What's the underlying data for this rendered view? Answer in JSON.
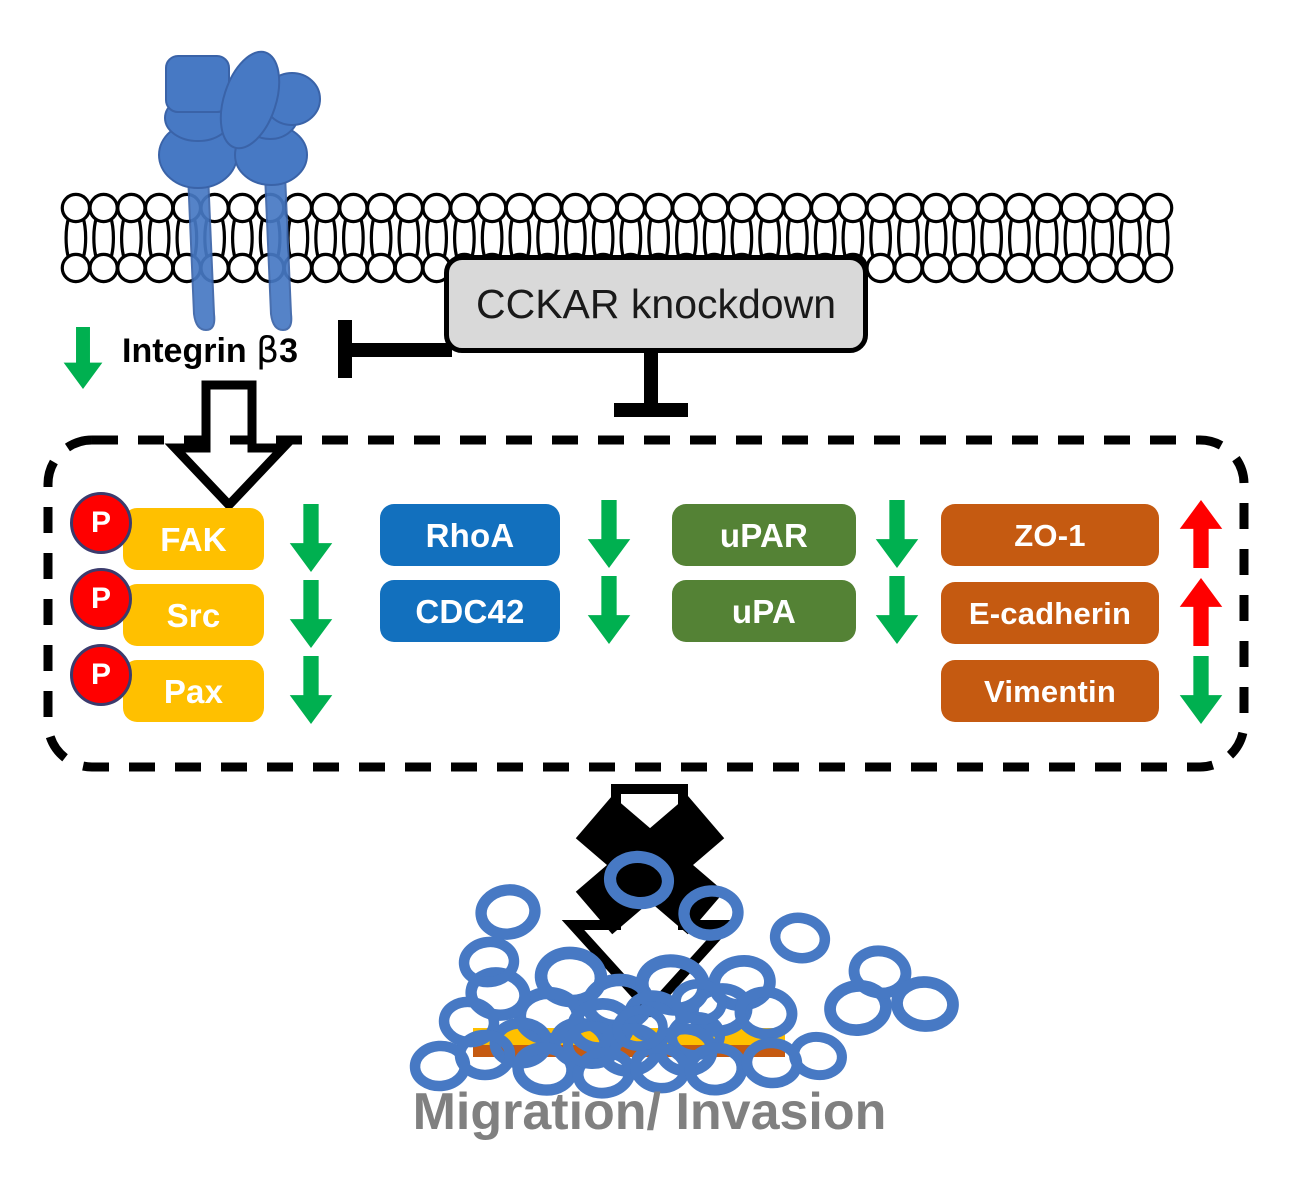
{
  "figure": {
    "type": "signaling-pathway-diagram",
    "title_label": "CCKAR knockdown",
    "outcome_label": "Migration/ Invasion",
    "receptor_label_prefix": "Integrin ",
    "receptor_label_greek": "β",
    "receptor_label_suffix": "3"
  },
  "colors": {
    "yellow": "#FFC000",
    "blue": "#1270BE",
    "green": "#548235",
    "orange": "#C55A11",
    "arrow_down": "#00B050",
    "arrow_up": "#FF0000",
    "phospho_red": "#FF0000",
    "phospho_border": "#3B3B6D",
    "receptor_blue": "#4779C4",
    "box_gray": "#D9D9D9",
    "outcome_text": "#808080",
    "substrate_top": "#FFC000",
    "substrate_bottom": "#C55A11",
    "cell_ring": "#4779C4"
  },
  "membrane": {
    "name": "lipid-bilayer",
    "heads_count": 40
  },
  "receptor": {
    "name": "integrin-receptor",
    "subunits": 2
  },
  "inhibitors": [
    {
      "name": "inhibit-integrin",
      "target": "Integrin β3"
    },
    {
      "name": "inhibit-pathway",
      "target": "downstream pathway"
    }
  ],
  "pathway": {
    "groups": [
      {
        "name": "fak-src-pax",
        "color": "#FFC000",
        "has_phospho": true,
        "items": [
          {
            "label": "FAK",
            "arrow": "down",
            "phospho": "P"
          },
          {
            "label": "Src",
            "arrow": "down",
            "phospho": "P"
          },
          {
            "label": "Pax",
            "arrow": "down",
            "phospho": "P"
          }
        ]
      },
      {
        "name": "rho-gtpases",
        "color": "#1270BE",
        "has_phospho": false,
        "items": [
          {
            "label": "RhoA",
            "arrow": "down"
          },
          {
            "label": "CDC42",
            "arrow": "down"
          }
        ]
      },
      {
        "name": "upa-system",
        "color": "#548235",
        "has_phospho": false,
        "items": [
          {
            "label": "uPAR",
            "arrow": "down"
          },
          {
            "label": "uPA",
            "arrow": "down"
          }
        ]
      },
      {
        "name": "emt-markers",
        "color": "#C55A11",
        "has_phospho": false,
        "items": [
          {
            "label": "ZO-1",
            "arrow": "up"
          },
          {
            "label": "E-cadherin",
            "arrow": "up"
          },
          {
            "label": "Vimentin",
            "arrow": "down"
          }
        ]
      }
    ]
  },
  "outcome": {
    "blocked": true,
    "block_marker": "X",
    "label": "Migration/ Invasion"
  }
}
